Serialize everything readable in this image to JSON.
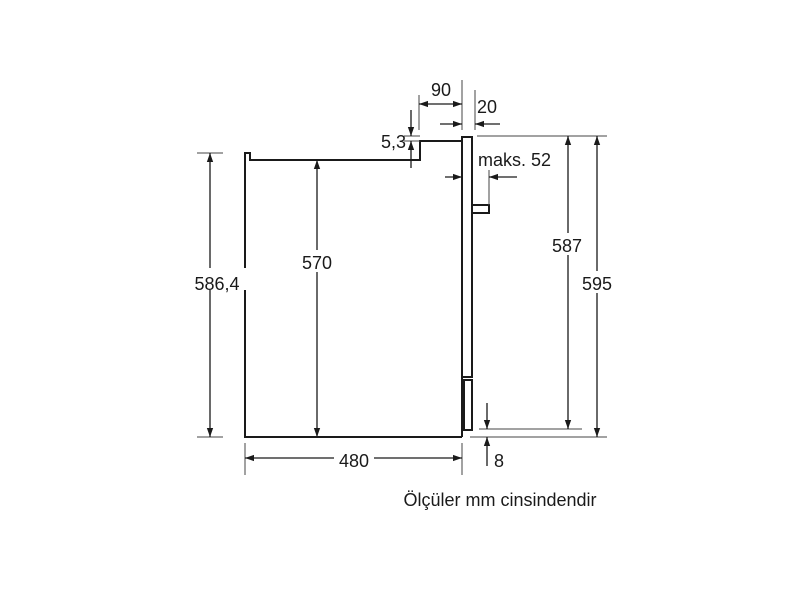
{
  "dimensions": {
    "overall_height_left": "586,4",
    "inner_height": "570",
    "depth": "480",
    "front_offset": "90",
    "door_thickness": "20",
    "step_height": "5,3",
    "max_handle": "maks. 52",
    "height_587": "587",
    "height_595": "595",
    "bottom_gap": "8"
  },
  "caption": "Ölçüler mm cinsindendir"
}
